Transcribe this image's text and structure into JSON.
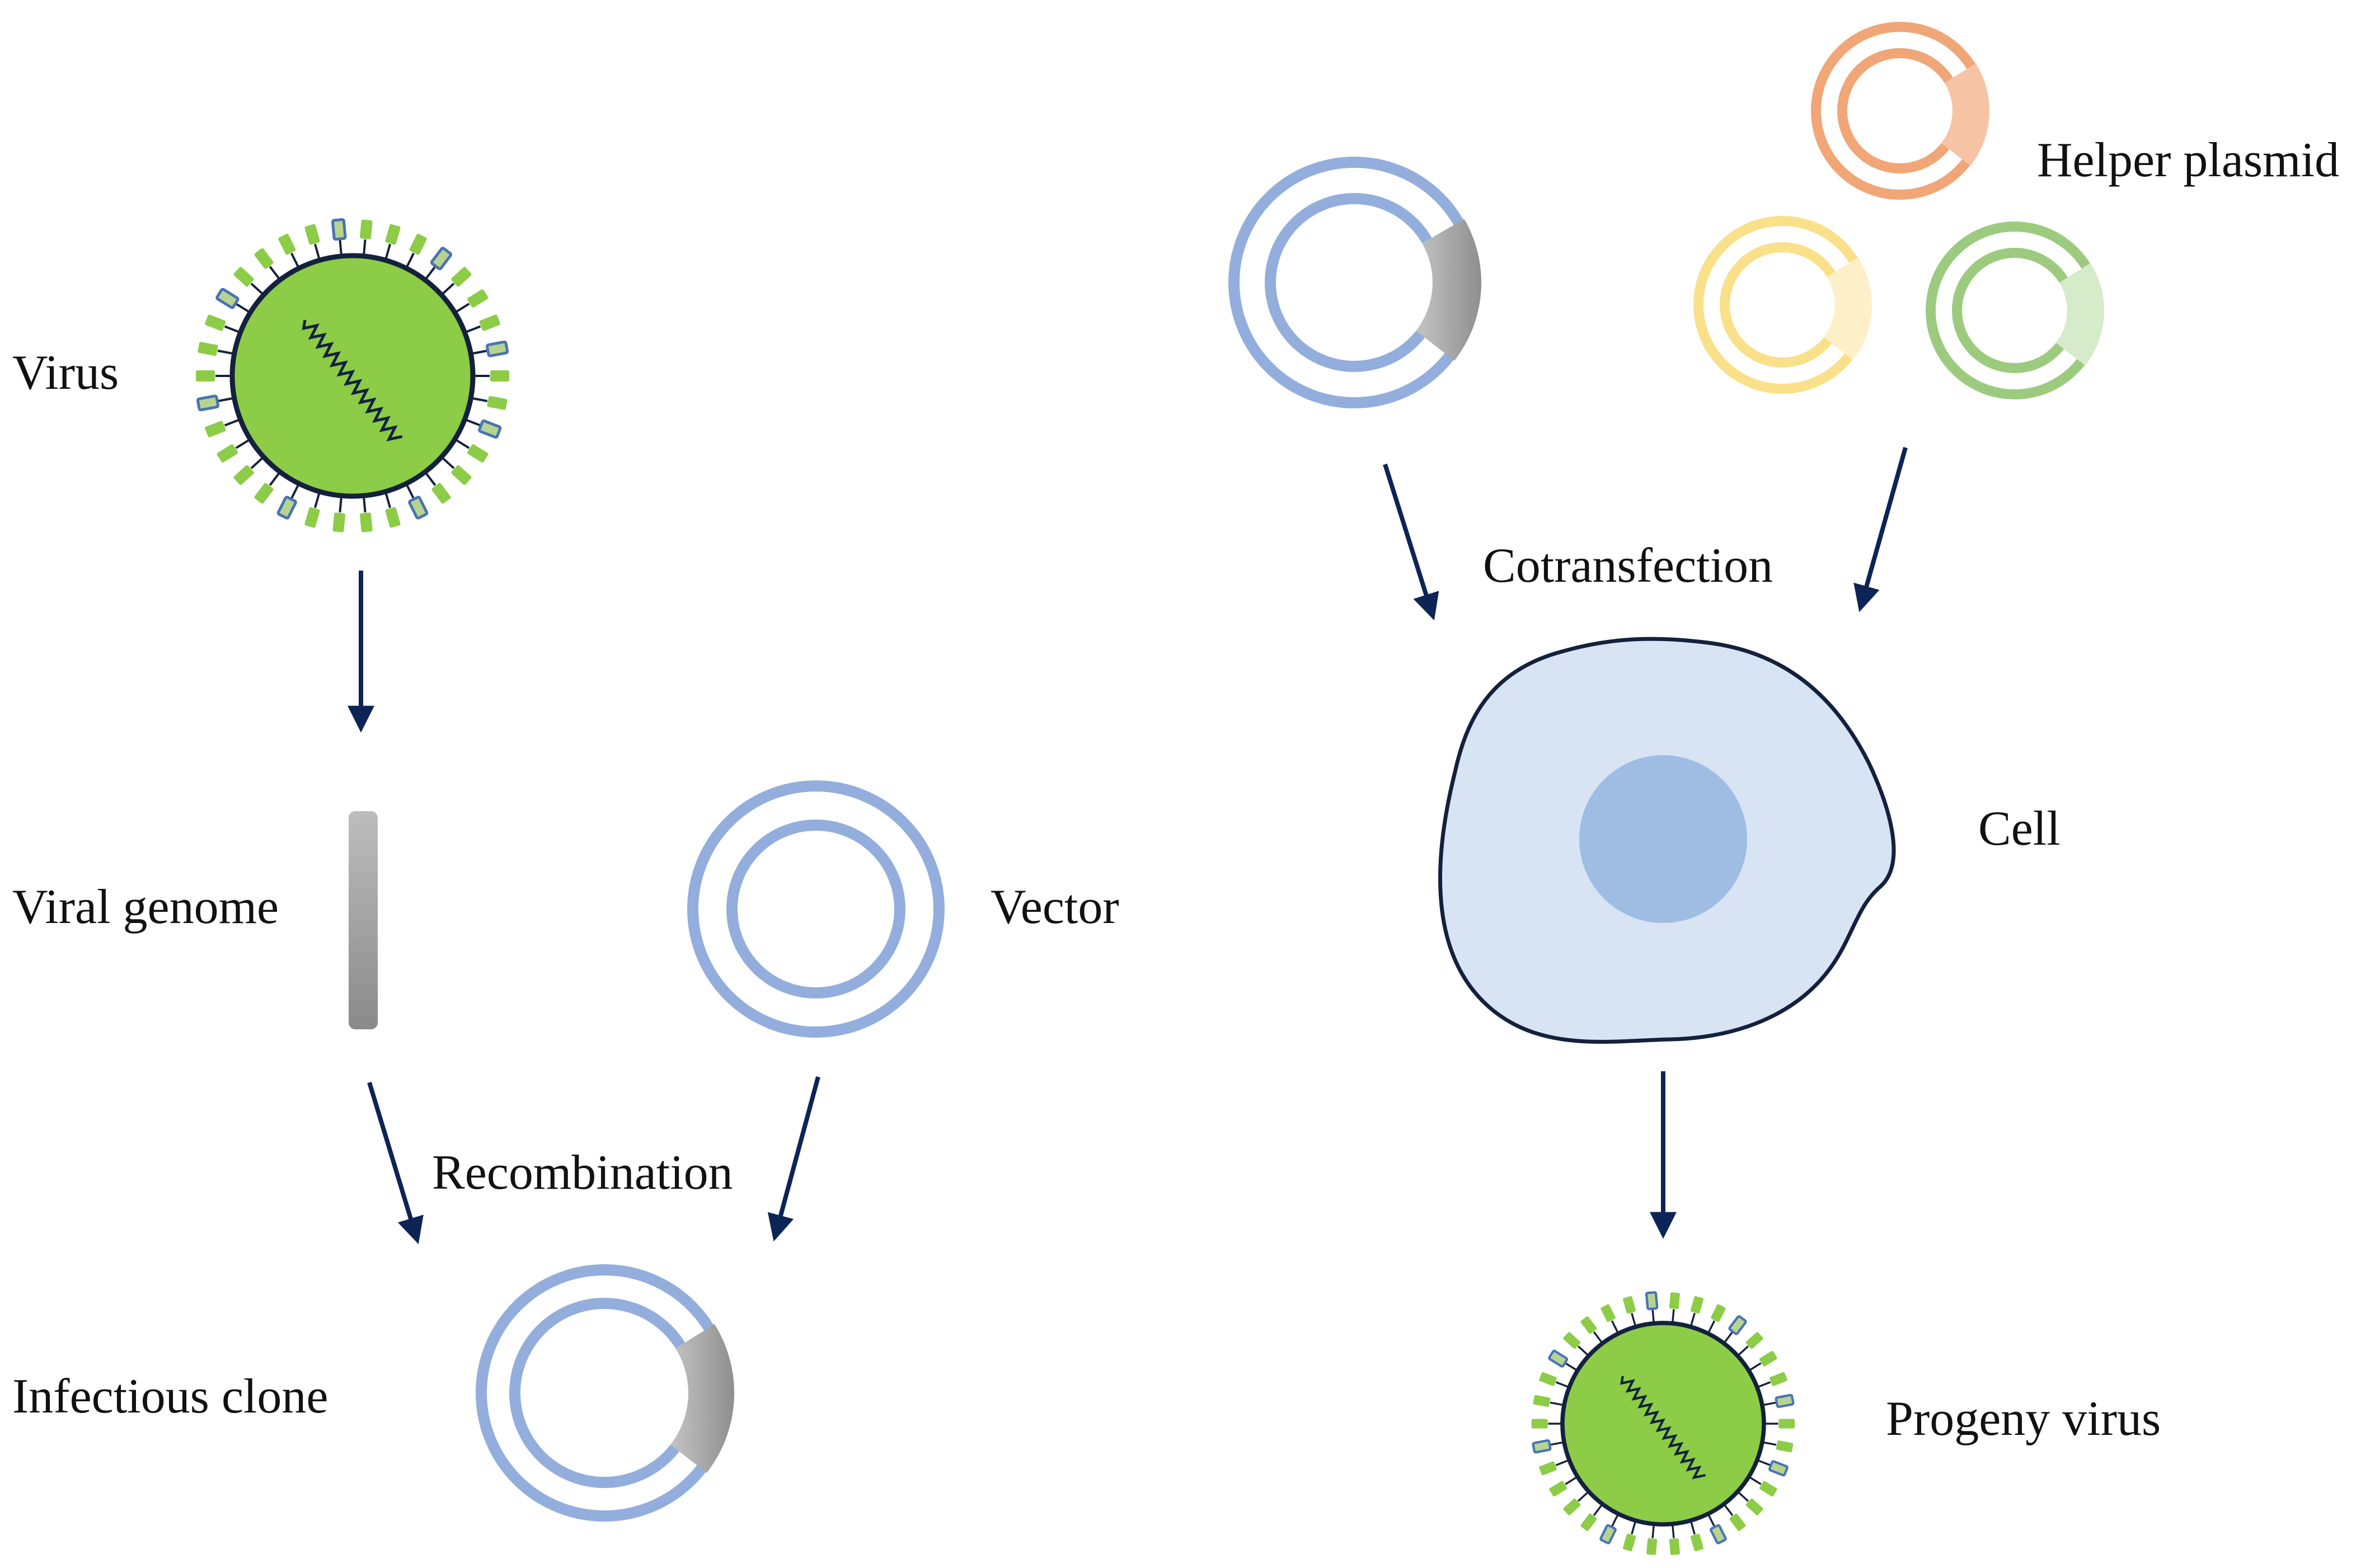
{
  "labels": {
    "virus": "Virus",
    "viral_genome": "Viral genome",
    "vector": "Vector",
    "recombination": "Recombination",
    "infectious_clone": "Infectious clone",
    "helper_plasmid": "Helper plasmid",
    "cotransfection": "Cotransfection",
    "cell": "Cell",
    "progeny_virus": "Progeny virus"
  },
  "colors": {
    "arrow": "#0d2457",
    "virus_body": "#8ccc46",
    "virus_outline": "#14213d",
    "spike": "#8ccc46",
    "spike_blue": "#4a73b5",
    "vector_ring": "#93aedc",
    "insert_gray": "#999999",
    "helper_orange_ring": "#f0a677",
    "helper_orange_insert": "#f6c4a4",
    "helper_yellow_ring": "#fbe08a",
    "helper_yellow_insert": "#fdf0c8",
    "helper_green_ring": "#9ccb7f",
    "helper_green_insert": "#d6ebc9",
    "cell_fill": "#d8e3f4",
    "cell_outline": "#14213d",
    "nucleus": "#9fbde3"
  }
}
